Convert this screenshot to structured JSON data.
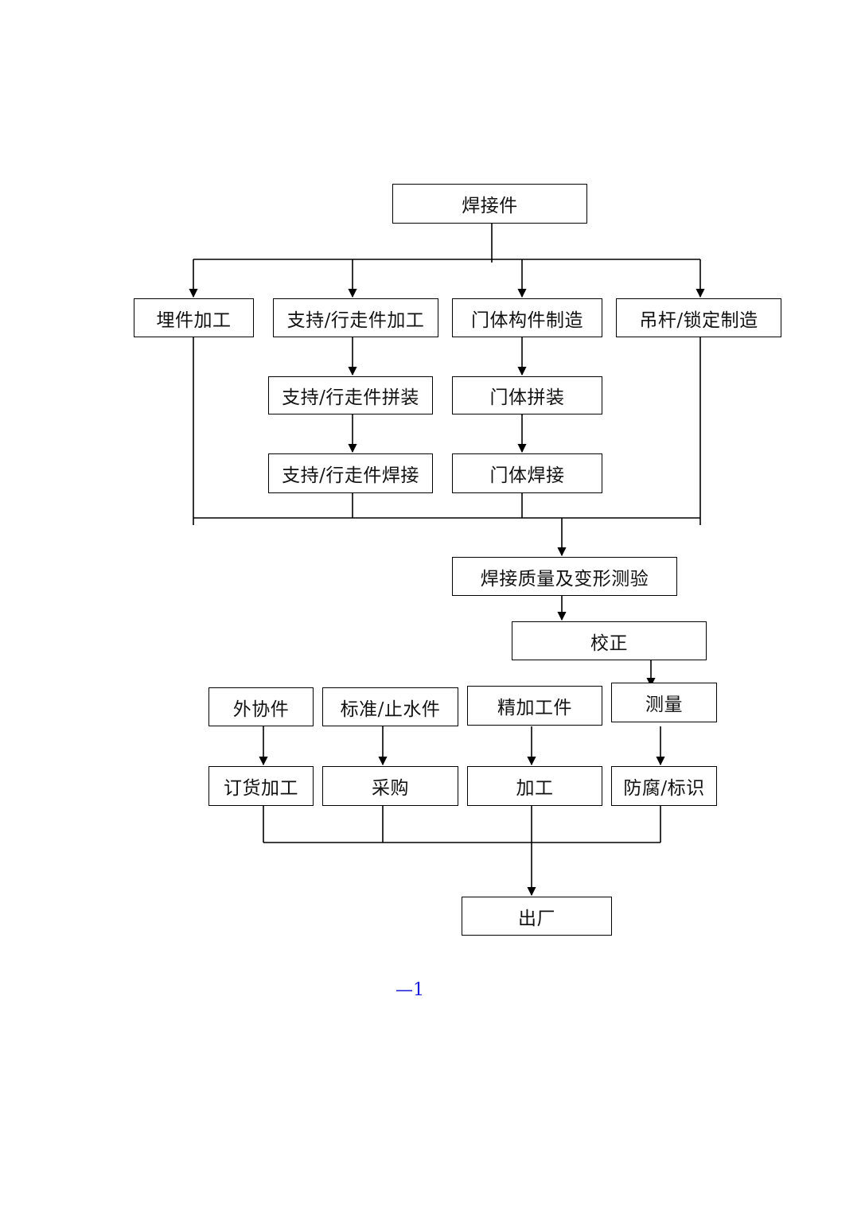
{
  "nodes": {
    "welded_parts": "焊接件",
    "embedded_parts_processing": "埋件加工",
    "support_walking_processing": "支持/行走件加工",
    "gate_member_manufacturing": "门体构件制造",
    "hanger_lock_manufacturing": "吊杆/锁定制造",
    "support_walking_assembly": "支持/行走件拼装",
    "gate_assembly": "门体拼装",
    "support_walking_welding": "支持/行走件焊接",
    "gate_welding": "门体焊接",
    "weld_quality_inspection": "焊接质量及变形测验",
    "correction": "校正",
    "outsourced_parts": "外协件",
    "standard_waterstop_parts": "标准/止水件",
    "precision_parts": "精加工件",
    "measurement": "测量",
    "order_processing": "订货加工",
    "procurement": "采购",
    "machining": "加工",
    "anticorrosion_marking": "防腐/标识",
    "factory_exit": "出厂"
  },
  "page_number": "—1",
  "colors": {
    "line": "#000000",
    "box_border": "#000000",
    "page_number": "#1a1adb"
  }
}
